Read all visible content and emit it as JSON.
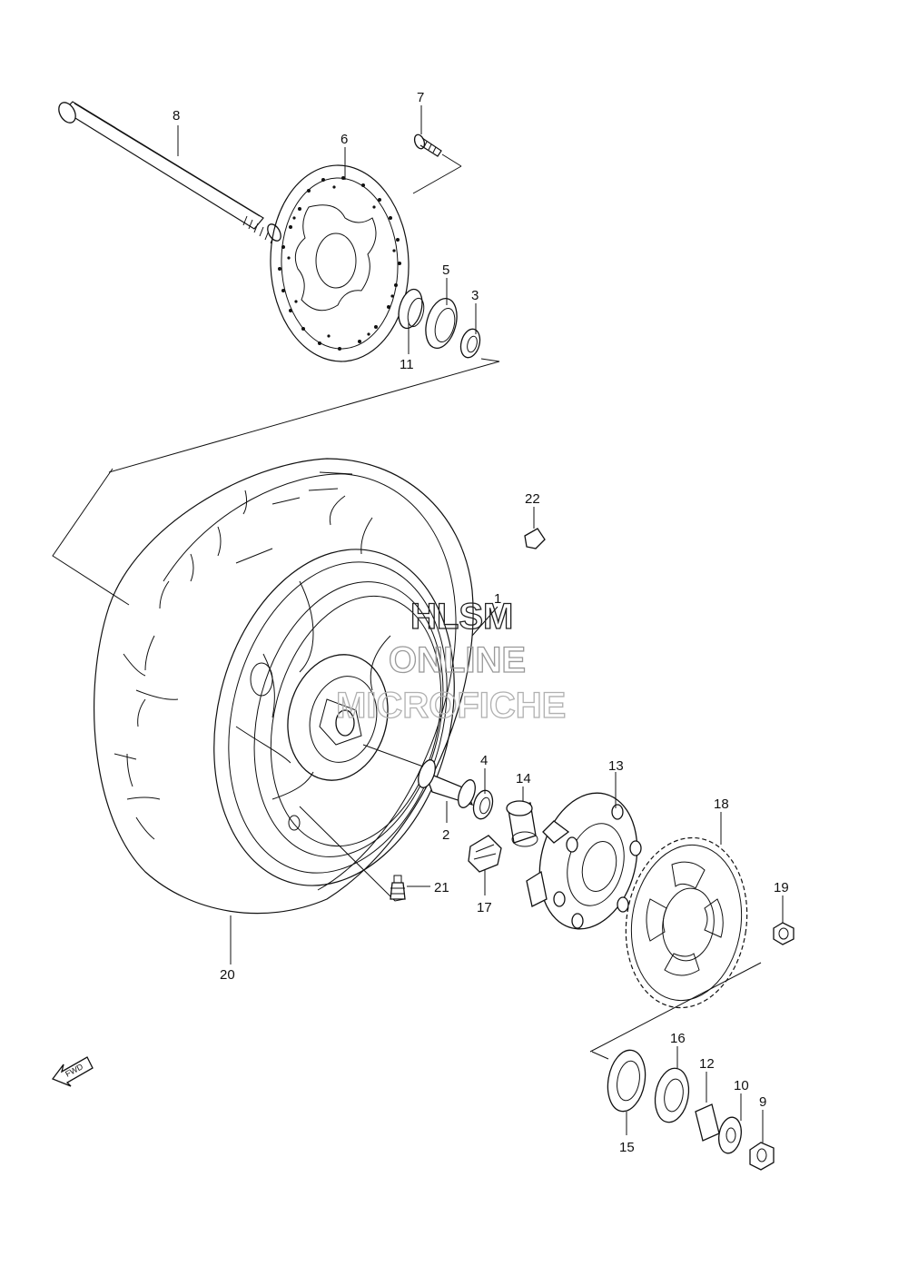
{
  "watermark": {
    "line1": "HLSM",
    "line2": "ONLINE",
    "line3": "MICROFICHE",
    "color_dark": "#222222",
    "color_light": "#9a9a9a"
  },
  "fwd_label": "FWD",
  "parts": {
    "p1": "1",
    "p2": "2",
    "p3": "3",
    "p4": "4",
    "p5": "5",
    "p6": "6",
    "p7": "7",
    "p8": "8",
    "p9": "9",
    "p10": "10",
    "p11": "11",
    "p12": "12",
    "p13": "13",
    "p14": "14",
    "p15": "15",
    "p16": "16",
    "p17": "17",
    "p18": "18",
    "p19": "19",
    "p20": "20",
    "p21": "21",
    "p22": "22"
  },
  "line_color": "#111111"
}
